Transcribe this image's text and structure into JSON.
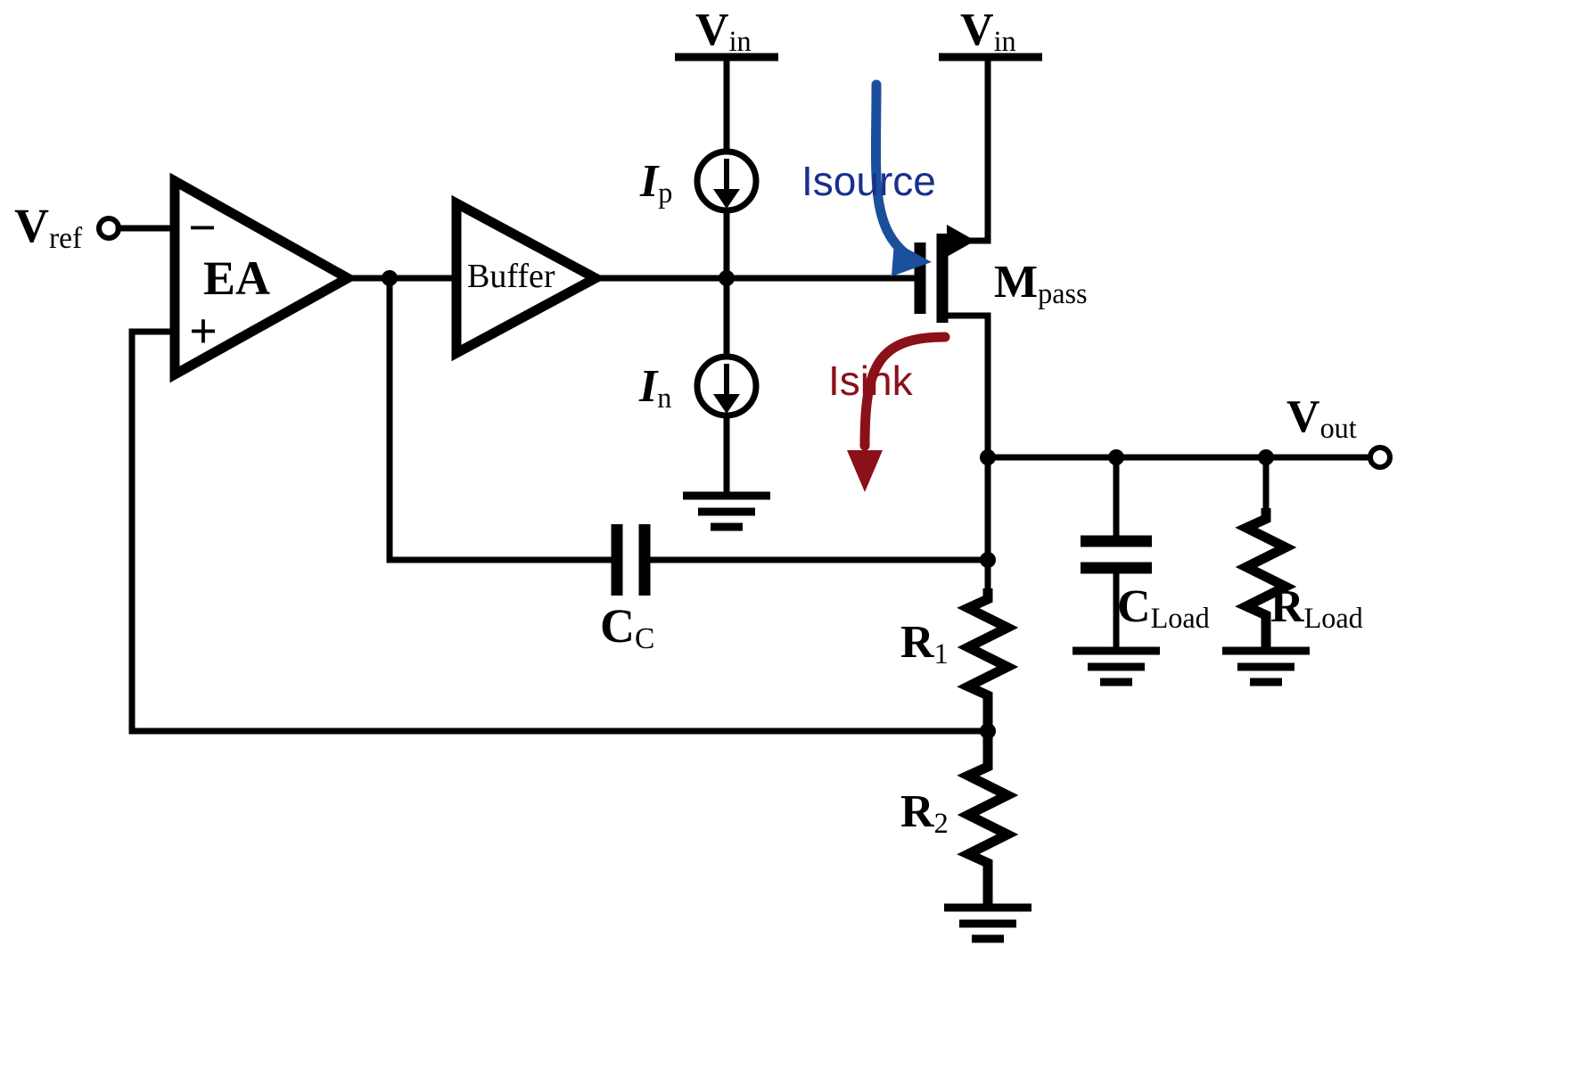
{
  "diagram": {
    "title": "LDO regulator schematic with error amplifier, buffer, push-pull current sources and pass transistor",
    "colors": {
      "wire": "#000000",
      "isource_blue": "#1a4f9c",
      "isink_red": "#8c1019",
      "background": "#ffffff"
    }
  },
  "labels": {
    "vref": "V",
    "vref_sub": "ref",
    "ea": "EA",
    "ea_minus": "−",
    "ea_plus": "+",
    "buffer": "Buffer",
    "vin_left": "V",
    "vin_left_sub": "in",
    "vin_right": "V",
    "vin_right_sub": "in",
    "ip": "I",
    "ip_sub": "p",
    "in": "I",
    "in_sub": "n",
    "isource": "Isource",
    "isink": "Isink",
    "mpass": "M",
    "mpass_sub": "pass",
    "vout": "V",
    "vout_sub": "out",
    "cc": "C",
    "cc_sub": "C",
    "cload": "C",
    "cload_sub": "Load",
    "rload": "R",
    "rload_sub": "Load",
    "r1": "R",
    "r1_sub": "1",
    "r2": "R",
    "r2_sub": "2"
  },
  "components": [
    {
      "id": "EA",
      "type": "error-amplifier",
      "label": "EA",
      "inputs": [
        "minus",
        "plus"
      ]
    },
    {
      "id": "Buffer",
      "type": "buffer-amplifier",
      "label": "Buffer"
    },
    {
      "id": "Ip",
      "type": "current-source",
      "label": "Ip",
      "direction": "down"
    },
    {
      "id": "In",
      "type": "current-source",
      "label": "In",
      "direction": "down"
    },
    {
      "id": "Mpass",
      "type": "pmos-transistor",
      "label": "Mpass"
    },
    {
      "id": "Cc",
      "type": "capacitor",
      "label": "Cc"
    },
    {
      "id": "R1",
      "type": "resistor",
      "label": "R1"
    },
    {
      "id": "R2",
      "type": "resistor",
      "label": "R2"
    },
    {
      "id": "CLoad",
      "type": "capacitor",
      "label": "CLoad"
    },
    {
      "id": "RLoad",
      "type": "resistor",
      "label": "RLoad"
    }
  ],
  "nets": [
    {
      "name": "Vref",
      "terminal": true
    },
    {
      "name": "Vin",
      "terminal": true
    },
    {
      "name": "Vout",
      "terminal": true
    },
    {
      "name": "GND",
      "terminal": true
    }
  ],
  "annotations": [
    {
      "name": "Isource",
      "color": "#1a4f9c",
      "description": "blue arrow from Vin rail into gate node"
    },
    {
      "name": "Isink",
      "color": "#8c1019",
      "description": "dark red arrow from gate node down to ground"
    }
  ]
}
